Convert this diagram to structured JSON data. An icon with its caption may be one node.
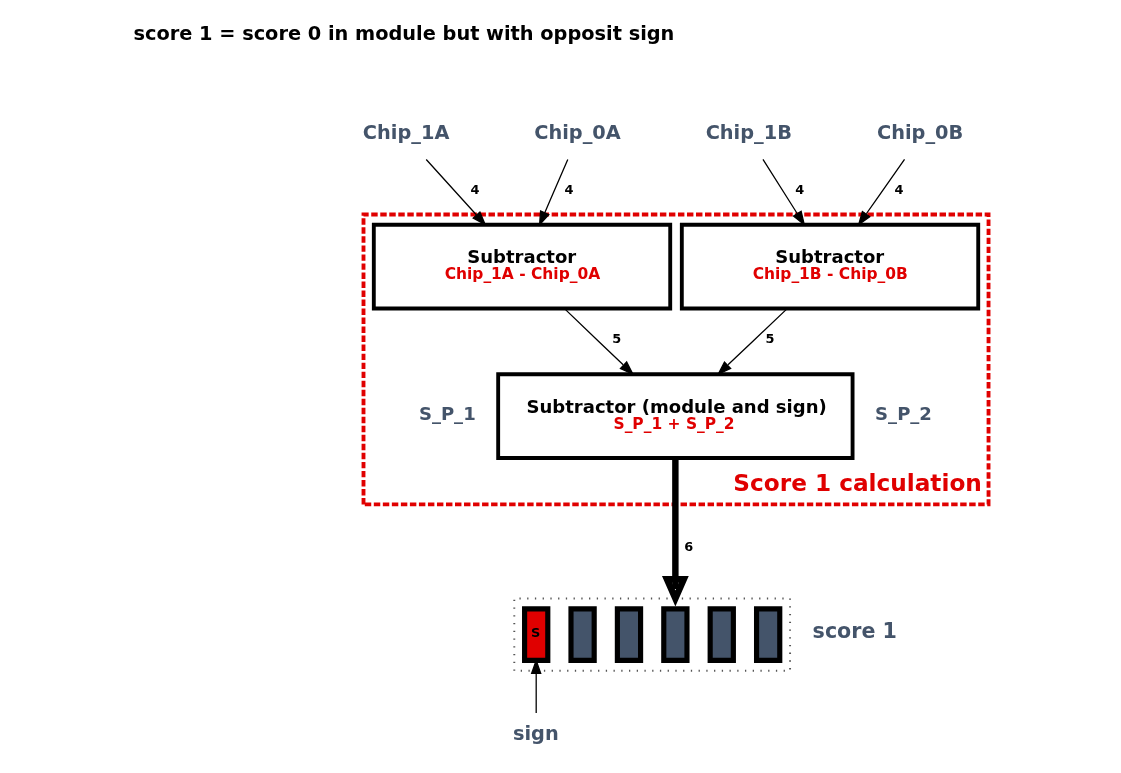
{
  "diagram": {
    "nodes": [
      {
        "text": [
          "Chip_1A"
        ]
      },
      {
        "text": [
          "Chip_0A"
        ]
      },
      {
        "text": [
          "Chip_1B"
        ]
      },
      {
        "text": [
          "Chip_0B"
        ]
      },
      {
        "text": [
          "Score 1 calculation"
        ]
      },
      {
        "text": [
          "Subtractor",
          "Chip_1A - Chip_0A"
        ],
        "in": 4
      },
      {
        "text": [
          "Subtractor",
          "Chip_1B - Chip_0B"
        ],
        "in": 4
      },
      {
        "text": [
          "Subtractor (module and sign)",
          "S_P_1 + S_P_2"
        ],
        "in": 4
      },
      {
        "text": [],
        "shape": "box",
        "beside": [
          "score 1"
        ]
      },
      {
        "text": [
          "S"
        ],
        "in": 8
      },
      {
        "text": [],
        "shape": "box",
        "in": 8
      },
      {
        "text": [],
        "shape": "box",
        "in": 8
      },
      {
        "text": [],
        "shape": "box",
        "in": 8
      },
      {
        "text": [],
        "shape": "box",
        "in": 8
      },
      {
        "text": [],
        "shape": "box",
        "in": 8
      },
      {
        "text": [
          "sign"
        ]
      }
    ],
    "edges": [
      {
        "from": 0,
        "to": 5,
        "arrow": "to",
        "label": "4"
      },
      {
        "from": 1,
        "to": 5,
        "arrow": "to",
        "label": "4"
      },
      {
        "from": 2,
        "to": 6,
        "arrow": "to",
        "label": "4"
      },
      {
        "from": 3,
        "to": 6,
        "arrow": "to",
        "label": "4"
      },
      {
        "from": 5,
        "to": 7,
        "arrow": "to",
        "label": "5"
      },
      {
        "from": 6,
        "to": 7,
        "arrow": "to",
        "label": "5"
      },
      {
        "from": 7,
        "to": 8,
        "arrow": "to",
        "label": "6",
        "style": "thick"
      },
      {
        "from": 15,
        "to": 9,
        "arrow": "to"
      }
    ],
    "labels": [
      "score 1 = score 0 in module but with opposit sign",
      "S_P_1",
      "S_P_2"
    ]
  }
}
